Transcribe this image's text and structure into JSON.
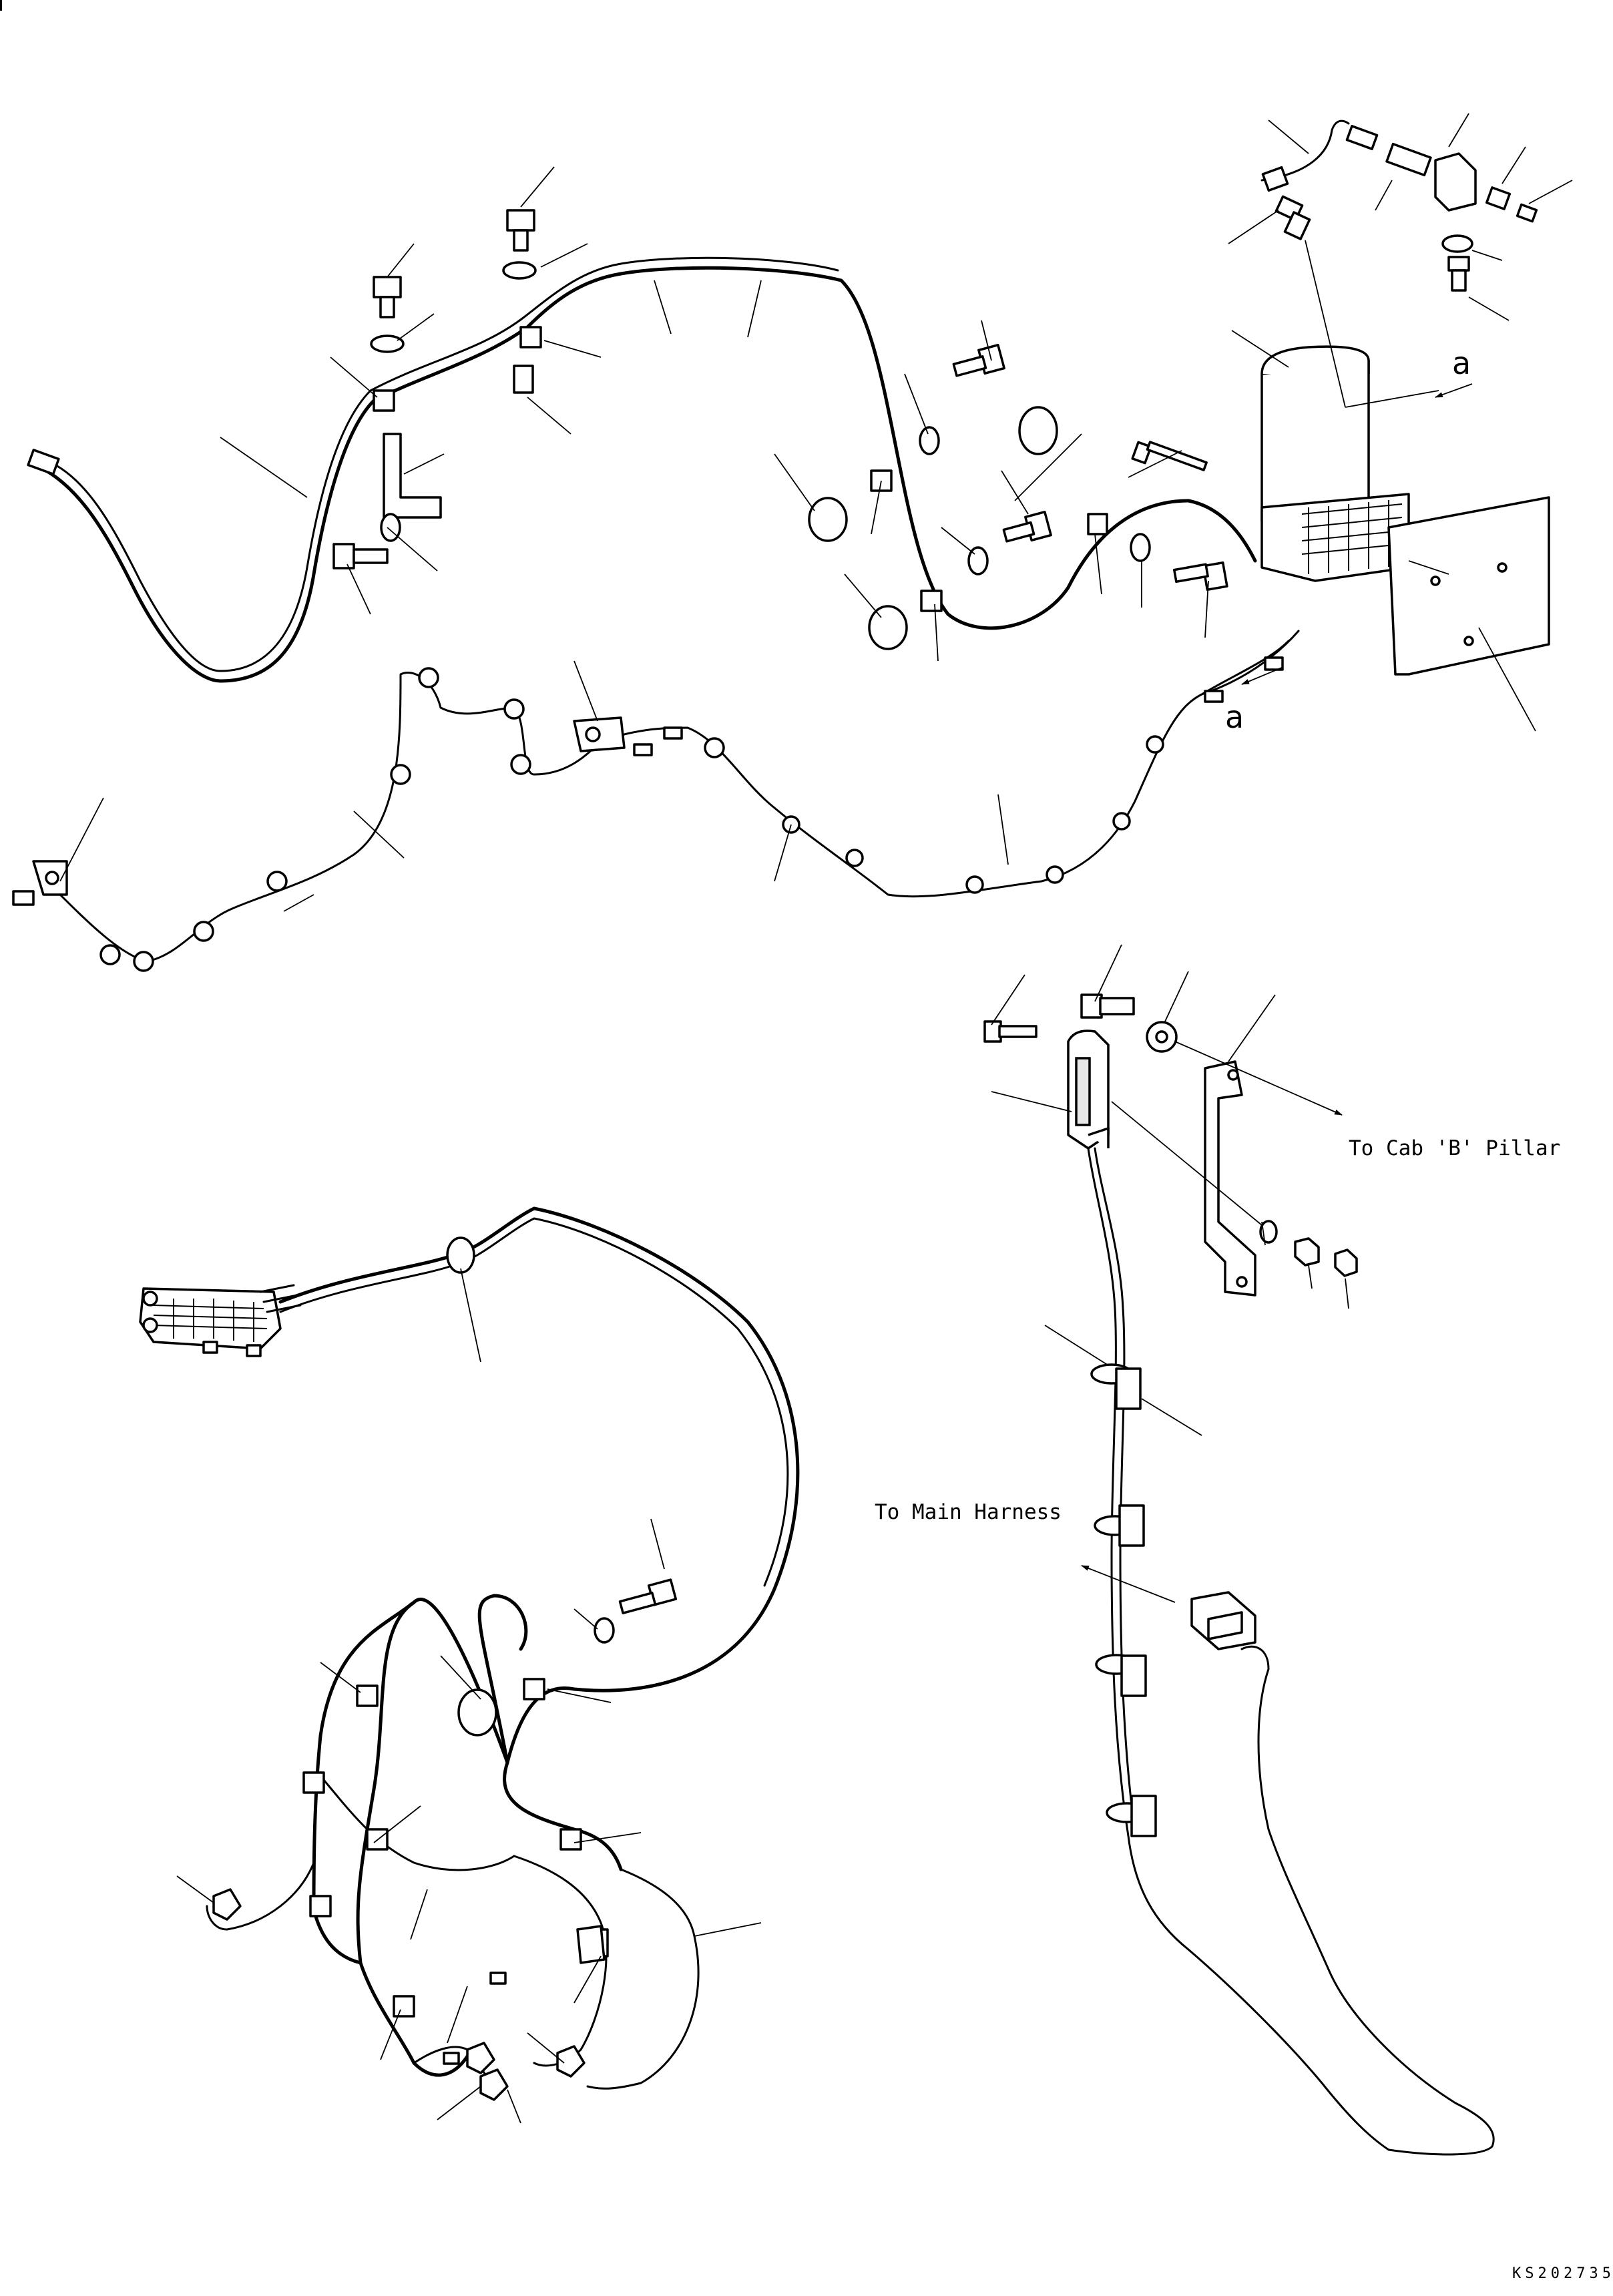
{
  "annotations": {
    "view_marker_a": "a",
    "to_cab_b_pillar": "To Cab 'B' Pillar",
    "to_main_harness": "To Main Harness"
  },
  "drawing_code": "KS202735"
}
